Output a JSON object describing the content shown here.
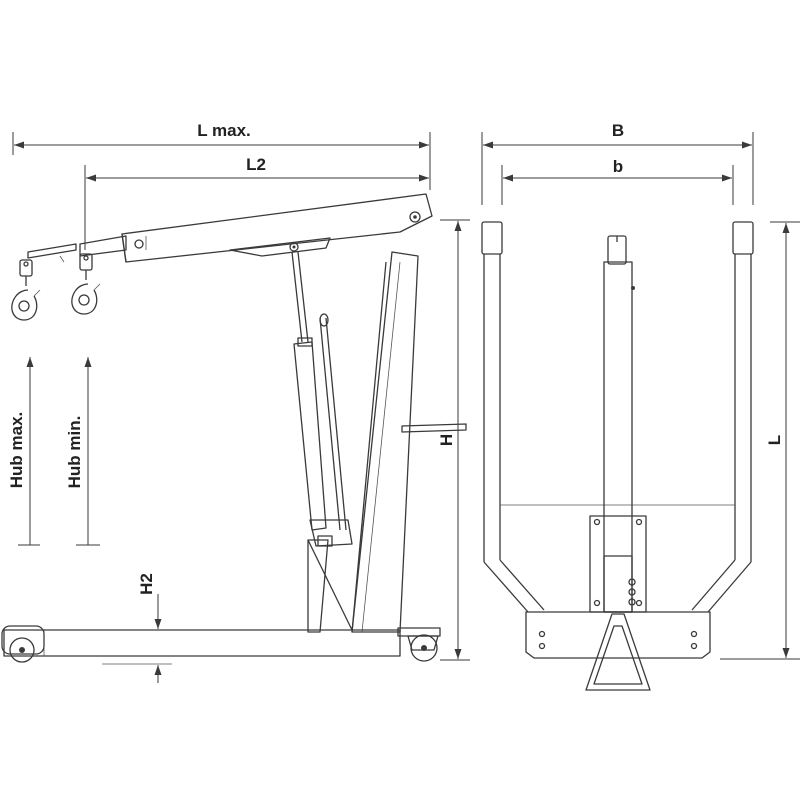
{
  "labels": {
    "l_max": "L max.",
    "l2": "L2",
    "b_outer": "B",
    "b_inner": "b",
    "hub_max": "Hub max.",
    "hub_min": "Hub min.",
    "h": "H",
    "h2": "H2",
    "l": "L"
  },
  "colors": {
    "line": "#3a3a3a",
    "text": "#222222",
    "background": "#ffffff"
  }
}
